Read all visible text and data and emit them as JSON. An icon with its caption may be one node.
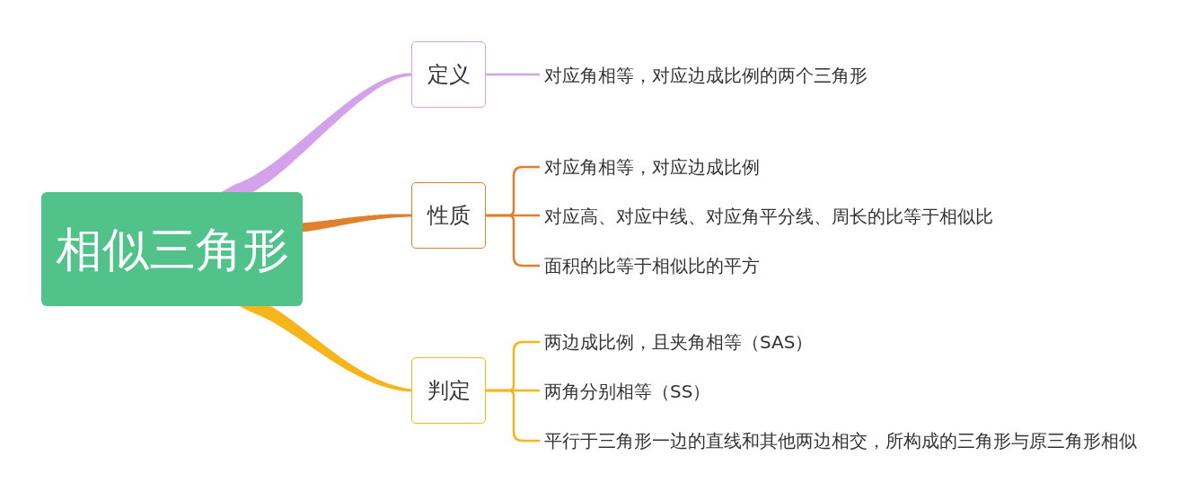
{
  "diagram": {
    "nodes": [
      {
        "text": [
          "相似三角形"
        ]
      },
      {
        "text": [
          "定义"
        ]
      },
      {
        "text": [
          "对应角相等，对应边成比例的两个三角形"
        ]
      },
      {
        "text": [
          "性质"
        ]
      },
      {
        "text": [
          "对应角相等，对应边成比例"
        ]
      },
      {
        "text": [
          "对应高、对应中线、对应角平分线、周长的比等于相似比"
        ]
      },
      {
        "text": [
          "面积的比等于相似比的平方"
        ]
      },
      {
        "text": [
          "判定"
        ]
      },
      {
        "text": [
          "两边成比例，且夹角相等（SAS）"
        ]
      },
      {
        "text": [
          "两角分别相等（SS）"
        ]
      },
      {
        "text": [
          "平行于三角形一边的直线和其他两边相交，所构成的三角形与原三角形相似"
        ]
      }
    ],
    "edges": [
      {
        "from": 0,
        "to": 1,
        "arrow": "none",
        "style": "thick",
        "color": "#d4a2ea"
      },
      {
        "from": 0,
        "to": 3,
        "arrow": "none",
        "style": "thick",
        "color": "#e1802b"
      },
      {
        "from": 0,
        "to": 7,
        "arrow": "none",
        "style": "thick",
        "color": "#f7b51c"
      },
      {
        "from": 1,
        "to": 2,
        "arrow": "none",
        "color": "#d4a2ea"
      },
      {
        "from": 3,
        "to": 4,
        "arrow": "none",
        "color": "#e1802b"
      },
      {
        "from": 3,
        "to": 5,
        "arrow": "none",
        "color": "#e1802b"
      },
      {
        "from": 3,
        "to": 6,
        "arrow": "none",
        "color": "#e1802b"
      },
      {
        "from": 7,
        "to": 8,
        "arrow": "none",
        "color": "#f7b51c"
      },
      {
        "from": 7,
        "to": 9,
        "arrow": "none",
        "color": "#f7b51c"
      },
      {
        "from": 7,
        "to": 10,
        "arrow": "none",
        "color": "#f7b51c"
      }
    ]
  }
}
